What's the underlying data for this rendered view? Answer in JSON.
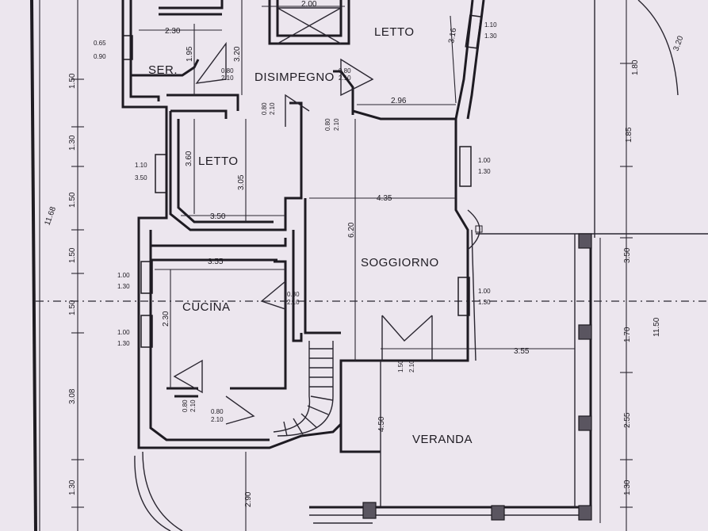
{
  "rooms": {
    "letto_top": "LETTO",
    "ser": "SER.",
    "disimpegno": "DISIMPEGNO",
    "letto_left": "LETTO",
    "soggiorno": "SOGGIORNO",
    "cucina": "CUCINA",
    "veranda": "VERANDA"
  },
  "dimensions": {
    "top_2_00": "2.00",
    "top_2_30": "2.30",
    "v_3_20": "3.20",
    "v_1_95": "1.95",
    "h_2_96": "2.96",
    "v_3_60": "3.60",
    "v_3_05": "3.05",
    "h_3_50": "3.50",
    "h_4_35": "4.35",
    "v_6_20": "6.20",
    "h_3_55_cucina": "3.55",
    "v_2_30_cucina": "2.30",
    "h_3_55_veranda": "3.55",
    "v_4_50": "4.50",
    "v_2_90": "2.90",
    "v_3_16": "3.16",
    "left_1_50_a": "1.50",
    "left_1_30": "1.30",
    "left_1_50_b": "1.50",
    "left_1_50_c": "1.50",
    "left_1_50_d": "1.50",
    "left_3_08": "3.08",
    "left_1_30_b": "1.30",
    "left_total": "11.68",
    "right_1_80": "1.80",
    "right_1_85": "1.85",
    "right_3_50": "3.50",
    "right_1_70": "1.70",
    "right_2_55": "2.55",
    "right_1_30": "1.30",
    "right_total": "11.50",
    "right_top": "3.20"
  },
  "openings": {
    "w_ser_top": "0.65",
    "w_ser_bot": "0.90",
    "w_letto_top_1": "1.10",
    "w_letto_top_2": "1.30",
    "w_letto_left_1": "1.10",
    "w_letto_left_2": "3.50",
    "w_sogg_a1": "1.00",
    "w_sogg_a2": "1.30",
    "w_sogg_b1": "1.00",
    "w_sogg_b2": "1.30",
    "w_cuc_a1": "1.00",
    "w_cuc_a2": "1.30",
    "w_cuc_b1": "1.00",
    "w_cuc_b2": "1.30",
    "d_dis_1": "0.80",
    "d_dis_2": "2.10",
    "d_dis_3": "0.80",
    "d_dis_4": "2.10",
    "d_mid_1": "0.80",
    "d_mid_2": "2.10",
    "d_cuc_1": "0.80",
    "d_cuc_2": "2.10",
    "d_stair_1": "0.80",
    "d_stair_2": "2.10",
    "d_sogg_1": "1.50",
    "d_sogg_2": "2.10",
    "d_low_1": "0.80",
    "d_low_2": "2.10"
  }
}
